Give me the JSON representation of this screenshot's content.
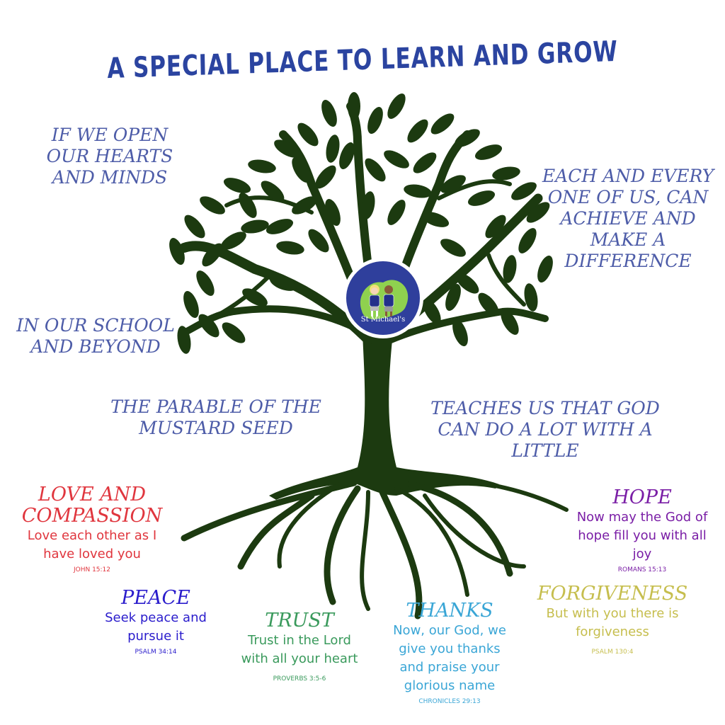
{
  "title": "A SPECIAL PLACE TO LEARN AND GROW",
  "mottos": {
    "open_hearts": [
      "IF WE OPEN",
      "OUR HEARTS",
      "AND MINDS"
    ],
    "each_every": [
      "EACH AND EVERY",
      "ONE OF US, CAN",
      "ACHIEVE AND",
      "MAKE A",
      "DIFFERENCE"
    ],
    "school": [
      "IN OUR SCHOOL",
      "AND BEYOND"
    ],
    "parable": [
      "THE PARABLE OF THE",
      "MUSTARD SEED"
    ],
    "teaches": [
      "TEACHES US THAT GOD",
      "CAN DO A LOT WITH A",
      "LITTLE"
    ]
  },
  "logo": {
    "name": "St Michael's"
  },
  "values": {
    "love": {
      "heading": [
        "LOVE AND",
        "COMPASSION"
      ],
      "verse": [
        "Love each other as I",
        "have loved you"
      ],
      "ref": "JOHN 15:12",
      "color": "#e0363e"
    },
    "peace": {
      "heading": [
        "PEACE"
      ],
      "verse": [
        "Seek peace and",
        "pursue it"
      ],
      "ref": "PSALM 34:14",
      "color": "#2a1ccc"
    },
    "trust": {
      "heading": [
        "TRUST"
      ],
      "verse": [
        "Trust in the Lord",
        "with all your heart"
      ],
      "ref": "PROVERBS 3:5-6",
      "color": "#3a9a5c"
    },
    "thanks": {
      "heading": [
        "THANKS"
      ],
      "verse": [
        "Now, our God, we",
        "give you thanks",
        "and praise your",
        "glorious name"
      ],
      "ref": "CHRONICLES 29:13",
      "color": "#3aa6d6"
    },
    "forgiveness": {
      "heading": [
        "FORGIVENESS"
      ],
      "verse": [
        "But with you there is",
        "forgiveness"
      ],
      "ref": "PSALM 130:4",
      "color": "#c6be4e"
    },
    "hope": {
      "heading": [
        "HOPE"
      ],
      "verse": [
        "Now may the God of",
        "hope fill you with all",
        "joy"
      ],
      "ref": "ROMANS 15:13",
      "color": "#7a1ea6"
    }
  },
  "colors": {
    "tree": "#1c3a10",
    "title": "#2b44a0",
    "motto": "#4d5ca8"
  }
}
